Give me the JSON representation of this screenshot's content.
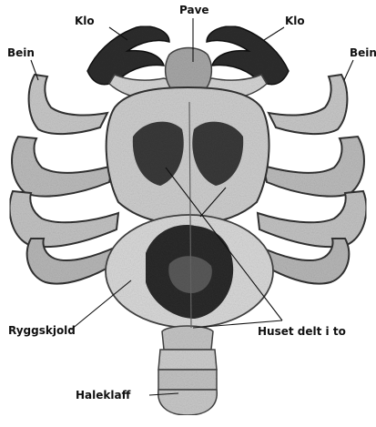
{
  "labels": {
    "pave": "Pave",
    "klo_left": "Klo",
    "klo_right": "Klo",
    "bein_left": "Bein",
    "bein_right": "Bein",
    "ryggskjold": "Ryggskjold",
    "huset": "Huset delt i to",
    "haleklaff": "Haleklaff"
  },
  "colors": {
    "ink": "#111111",
    "shell_light": "#d2d2d2",
    "shell_mid": "#9a9a9a",
    "shell_dark": "#2a2a2a"
  }
}
